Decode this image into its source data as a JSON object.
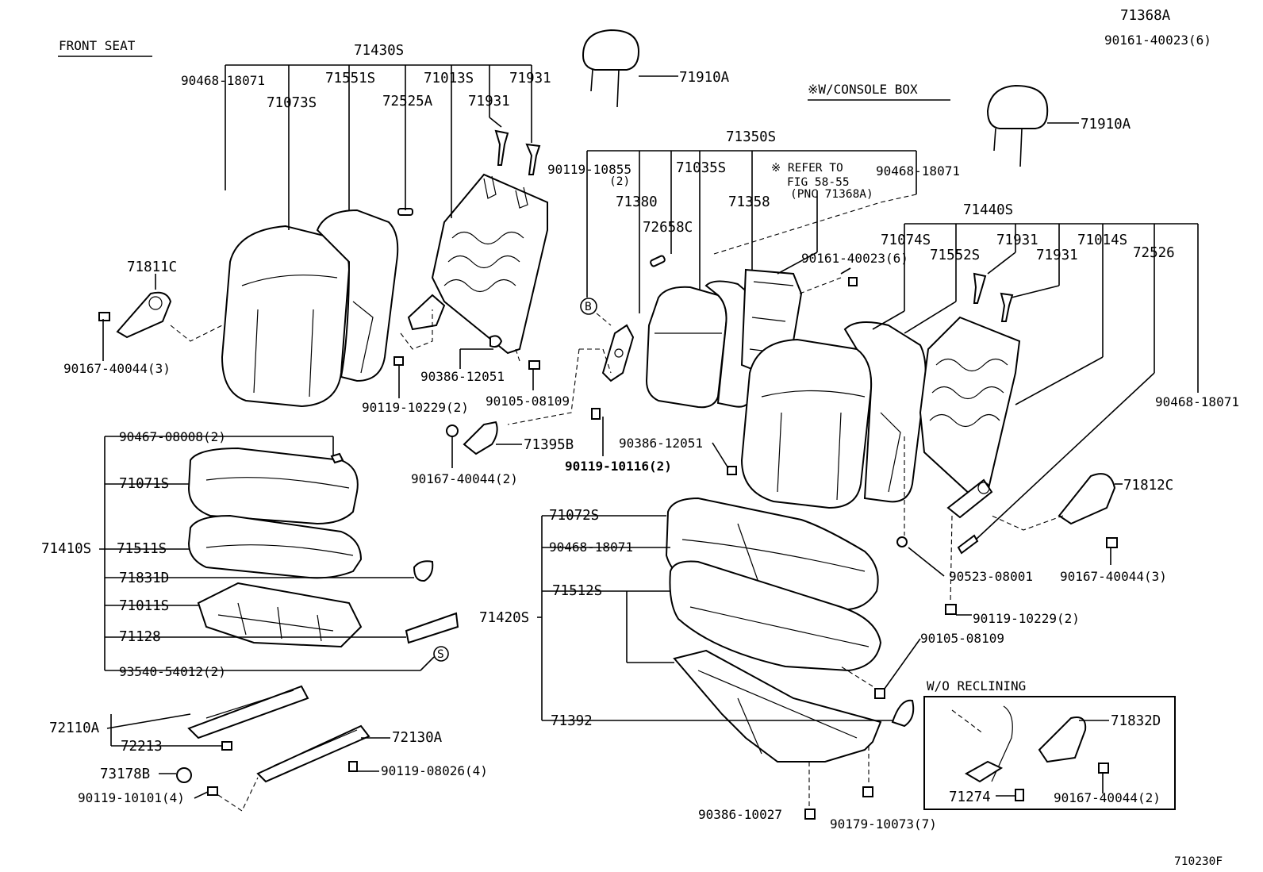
{
  "diagram": {
    "fig_code": "710230F",
    "section_front_seat": "FRONT SEAT",
    "section_console_box": "※W/CONSOLE BOX",
    "section_wo_reclining": "W/O RECLINING",
    "refer_note": {
      "line1": "※ REFER TO",
      "line2": "FIG 58-55",
      "line3": "(PNC 71368A)"
    },
    "labels": {
      "p71368A": "71368A",
      "p90161_40023_6_top": "90161-40023(6)",
      "p71910A_left": "71910A",
      "p71910A_right": "71910A",
      "p71430S": "71430S",
      "p90468_18071_a": "90468-18071",
      "p71551S": "71551S",
      "p71013S": "71013S",
      "p71931_a": "71931",
      "p71073S": "71073S",
      "p72525A": "72525A",
      "p71931_b": "71931",
      "p71350S": "71350S",
      "p90119_10855": "90119-10855",
      "p90119_10855_q": "(2)",
      "p71035S": "71035S",
      "p90468_18071_b": "90468-18071",
      "p71380": "71380",
      "p71358": "71358",
      "p72658C": "72658C",
      "p71440S": "71440S",
      "p71074S": "71074S",
      "p71931_c": "71931",
      "p71014S": "71014S",
      "p90161_40023_6_mid": "90161-40023(6)",
      "p71552S": "71552S",
      "p71931_d": "71931",
      "p72526": "72526",
      "p71811C": "71811C",
      "p90167_40044_3_a": "90167-40044(3)",
      "p90386_12051_a": "90386-12051",
      "p90105_08109_a": "90105-08109",
      "p90119_10229_2_a": "90119-10229(2)",
      "p90468_18071_c": "90468-18071",
      "p90467_08008_2": "90467-08008(2)",
      "p71395B": "71395B",
      "p90386_12051_b": "90386-12051",
      "p90119_10116_2": "90119-10116(2)",
      "p90167_40044_2_a": "90167-40044(2)",
      "p71071S": "71071S",
      "p71812C": "71812C",
      "p71072S": "71072S",
      "p71410S": "71410S",
      "p71511S": "71511S",
      "p90468_18071_d": "90468-18071",
      "p71831D": "71831D",
      "p90523_08001": "90523-08001",
      "p90167_40044_3_b": "90167-40044(3)",
      "p71512S": "71512S",
      "p71011S": "71011S",
      "p71420S": "71420S",
      "p90119_10229_2_b": "90119-10229(2)",
      "p71128": "71128",
      "p90105_08109_b": "90105-08109",
      "p93540_54012_2": "93540-54012(2)",
      "p72110A": "72110A",
      "p72130A": "72130A",
      "p72213": "72213",
      "p71392": "71392",
      "p71832D": "71832D",
      "p73178B": "73178B",
      "p90119_08026_4": "90119-08026(4)",
      "p90119_10101_4": "90119-10101(4)",
      "p71274": "71274",
      "p90167_40044_2_b": "90167-40044(2)",
      "p90386_10027": "90386-10027",
      "p90179_10073_7": "90179-10073(7)",
      "marker_B": "B",
      "marker_S": "S"
    }
  }
}
